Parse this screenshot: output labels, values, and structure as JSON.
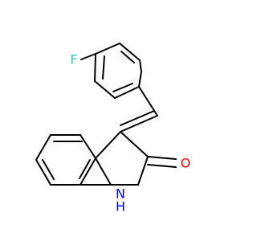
{
  "structure": {
    "atoms": {
      "fluorine": {
        "label": "F",
        "color": "#33cccc"
      },
      "oxygen": {
        "label": "O",
        "color": "#ff0000"
      },
      "nitrogen": {
        "label": "N",
        "color": "#0000ff"
      },
      "hydrogen": {
        "label": "H",
        "color": "#0000ff"
      }
    }
  }
}
